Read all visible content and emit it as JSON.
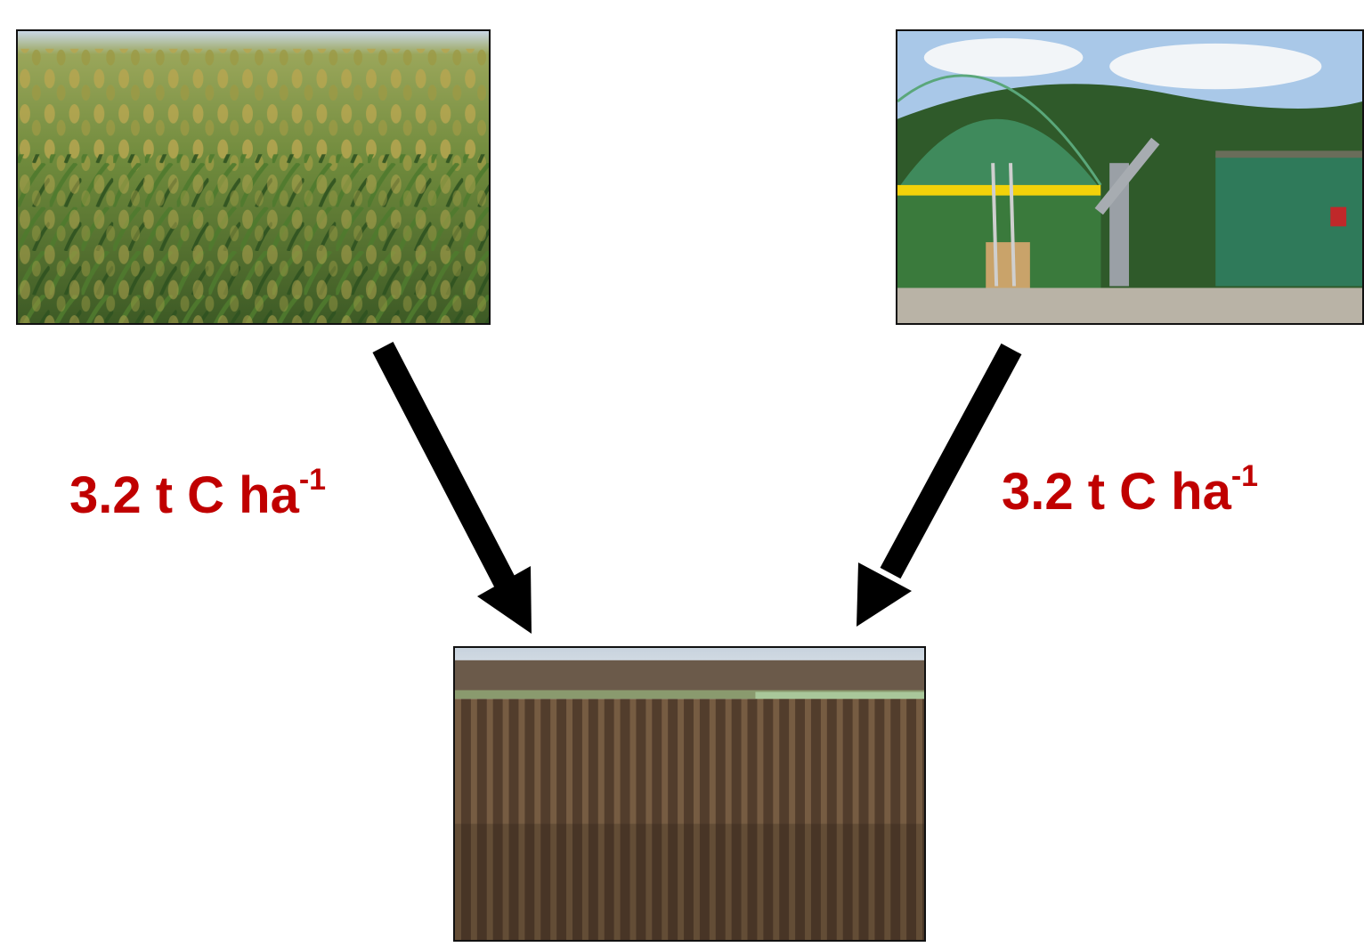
{
  "labels": {
    "left": {
      "value": "3.2 t C ha",
      "superscript": "-1"
    },
    "right": {
      "value": "3.2 t C ha",
      "superscript": "-1"
    }
  },
  "colors": {
    "label": "#c00000",
    "arrow": "#000000"
  },
  "photos": {
    "top_left": "sorghum-field",
    "top_right": "biogas-plant",
    "bottom": "ploughed-soil-field"
  }
}
